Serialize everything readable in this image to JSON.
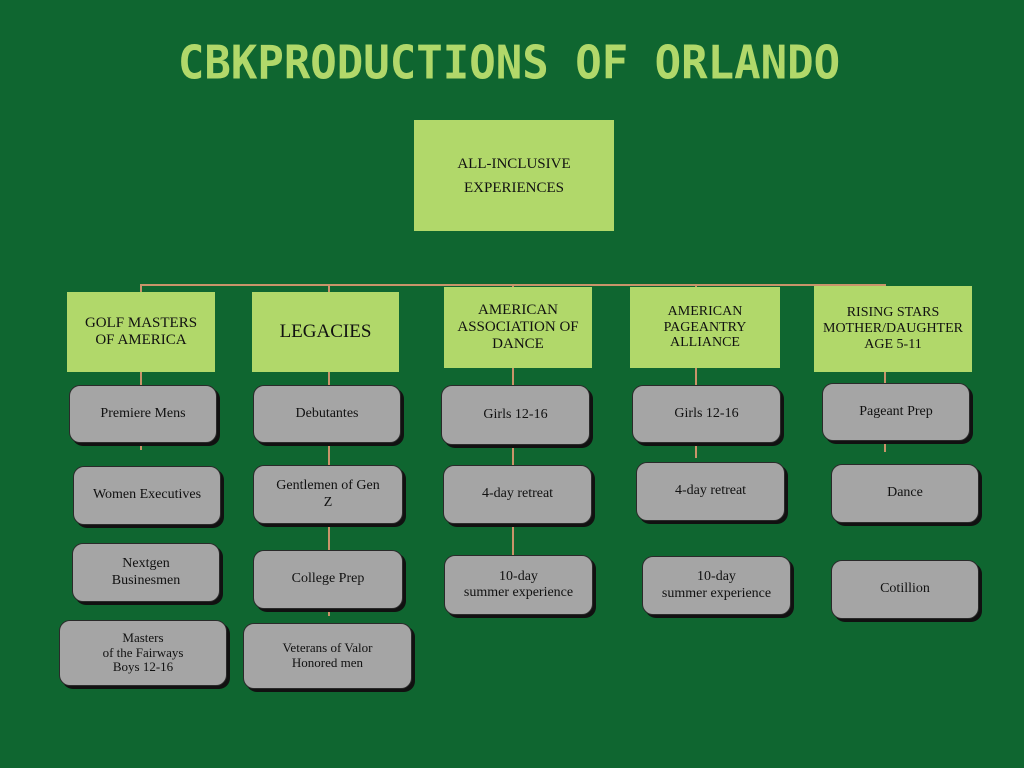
{
  "title": "CBKPRODUCTIONS OF ORLANDO",
  "root": "ALL-INCLUSIVE\nEXPERIENCES",
  "colors": {
    "background": "#0f6630",
    "accent": "#b1d86a",
    "node": "#a5a5a5",
    "connector": "#c9946a"
  },
  "categories": [
    {
      "label": "GOLF MASTERS\nOF AMERICA",
      "items": [
        "Premiere Mens",
        "Women Executives",
        "Nextgen\nBusinesmen",
        "Masters\nof the Fairways\nBoys 12-16"
      ]
    },
    {
      "label": "LEGACIES",
      "items": [
        "Debutantes",
        "Gentlemen of Gen\nZ",
        "College Prep",
        "Veterans of Valor\nHonored men"
      ]
    },
    {
      "label": "AMERICAN\nASSOCIATION OF\nDANCE",
      "items": [
        "Girls 12-16",
        "4-day retreat",
        "10-day\nsummer experience"
      ]
    },
    {
      "label": "AMERICAN\nPAGEANTRY\nALLIANCE",
      "items": [
        "Girls 12-16",
        "4-day retreat",
        "10-day\nsummer experience"
      ]
    },
    {
      "label": "RISING STARS\nMOTHER/DAUGHTER\nAGE 5-11",
      "items": [
        "Pageant Prep",
        "Dance",
        "Cotillion"
      ]
    }
  ]
}
